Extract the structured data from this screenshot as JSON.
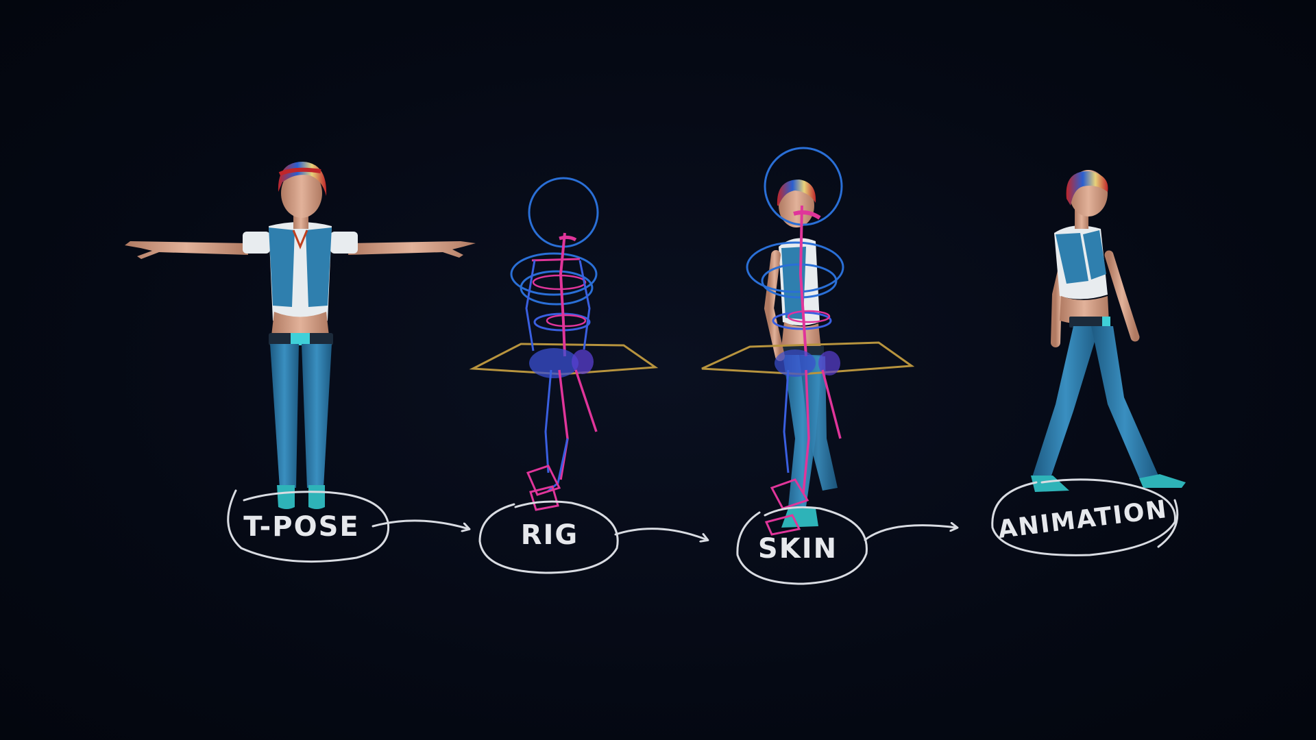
{
  "colors": {
    "background": "#050914",
    "chalk": "#d9dce2",
    "denim": "#2f7fae",
    "skin": "#d4a088",
    "shirt": "#e8ecef",
    "rig_blue": "#3a5fe0",
    "rig_magenta": "#e0359a",
    "rig_cyan_ring": "#2a6fd6",
    "rig_gold": "#b8943e",
    "hair_red": "#c0262a",
    "hair_blue": "#2a5fd0"
  },
  "stages": [
    {
      "label": "T-POSE",
      "icon": "t-pose-figure"
    },
    {
      "label": "RIG",
      "icon": "rig-skeleton"
    },
    {
      "label": "SKIN",
      "icon": "skinned-figure"
    },
    {
      "label": "ANIMATION",
      "icon": "walking-figure"
    }
  ],
  "connectors": [
    "arrow-right",
    "arrow-right",
    "arrow-right"
  ]
}
